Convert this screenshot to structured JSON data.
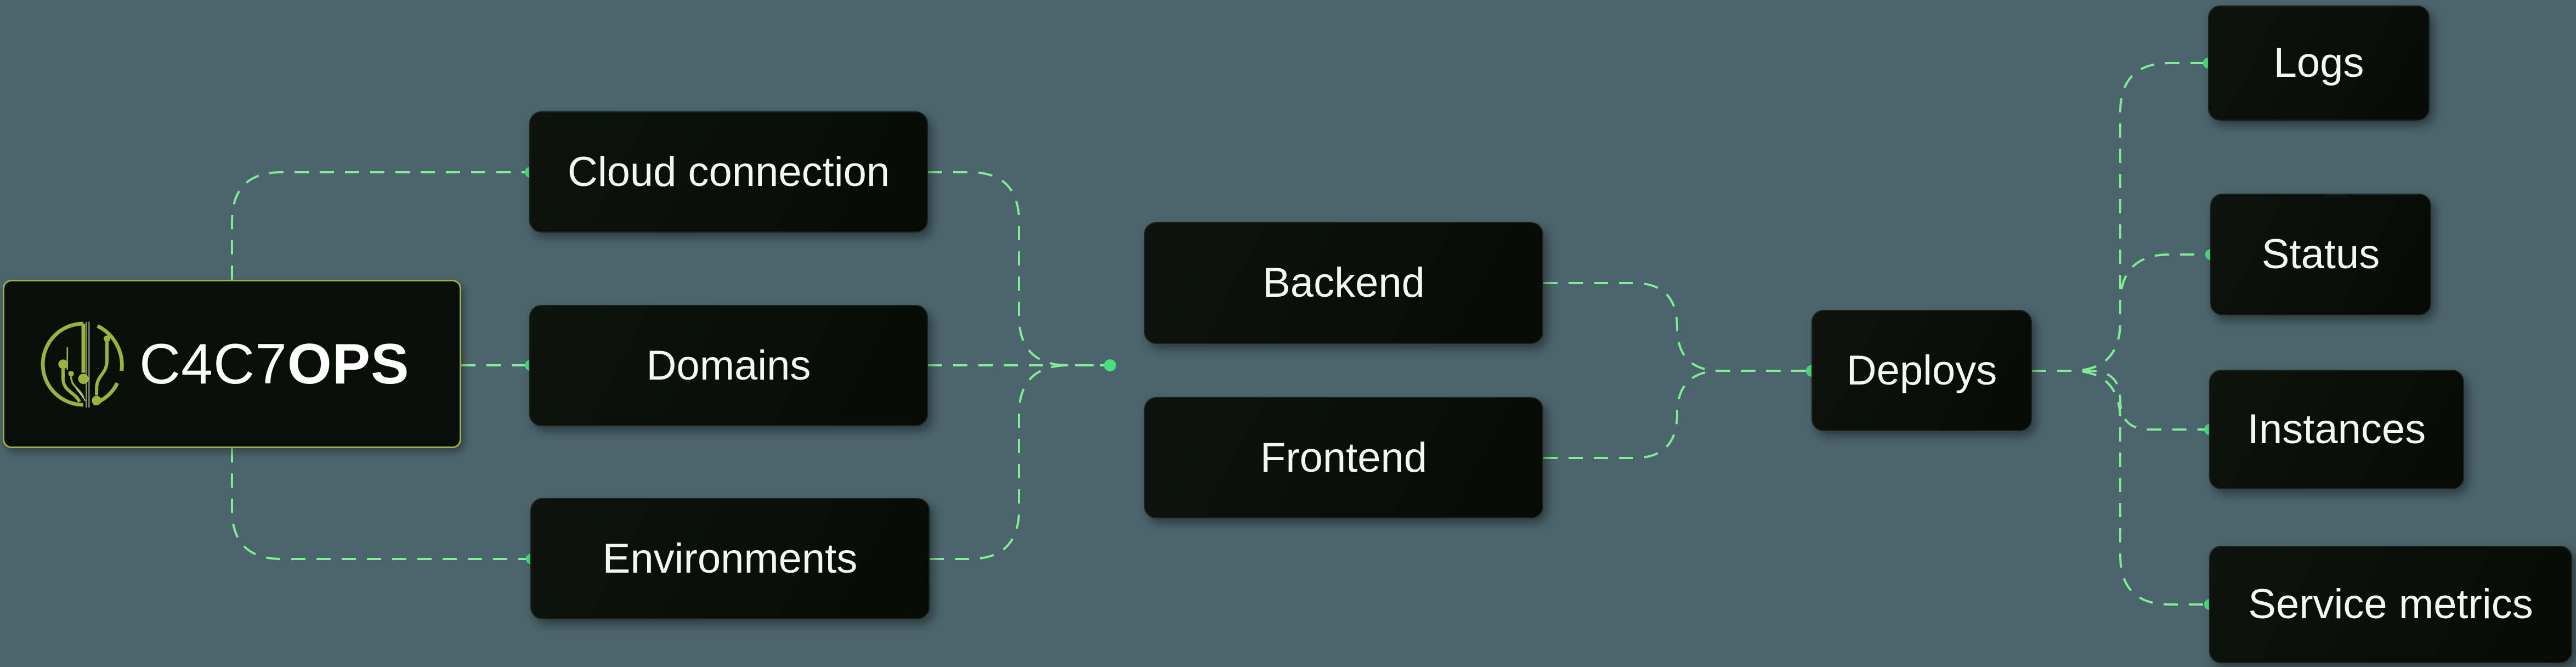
{
  "diagram": {
    "background_color": "#4c656c",
    "brand": {
      "light": "C4C7",
      "bold": "OPS"
    },
    "nodes": {
      "logo": {
        "label": "C4C7OPS"
      },
      "cloud_connection": {
        "label": "Cloud connection"
      },
      "domains": {
        "label": "Domains"
      },
      "environments": {
        "label": "Environments"
      },
      "backend": {
        "label": "Backend"
      },
      "frontend": {
        "label": "Frontend"
      },
      "deploys": {
        "label": "Deploys"
      },
      "logs": {
        "label": "Logs"
      },
      "status": {
        "label": "Status"
      },
      "instances": {
        "label": "Instances"
      },
      "service_metrics": {
        "label": "Service metrics"
      }
    },
    "connections": [
      {
        "from": "logo",
        "to": "cloud_connection"
      },
      {
        "from": "logo",
        "to": "domains"
      },
      {
        "from": "logo",
        "to": "environments"
      },
      {
        "from": "cloud_connection",
        "to": "merge_junction"
      },
      {
        "from": "domains",
        "to": "merge_junction"
      },
      {
        "from": "environments",
        "to": "merge_junction"
      },
      {
        "from": "backend",
        "to": "deploys"
      },
      {
        "from": "frontend",
        "to": "deploys"
      },
      {
        "from": "deploys",
        "to": "logs"
      },
      {
        "from": "deploys",
        "to": "status"
      },
      {
        "from": "deploys",
        "to": "instances"
      },
      {
        "from": "deploys",
        "to": "service_metrics"
      }
    ],
    "colors": {
      "edge_line": "#82eb96",
      "connector_dot": "#4ade80",
      "node_background": "#0a0f0b",
      "node_text": "#f4f7f4",
      "logo_accent": "#9db13c"
    }
  }
}
